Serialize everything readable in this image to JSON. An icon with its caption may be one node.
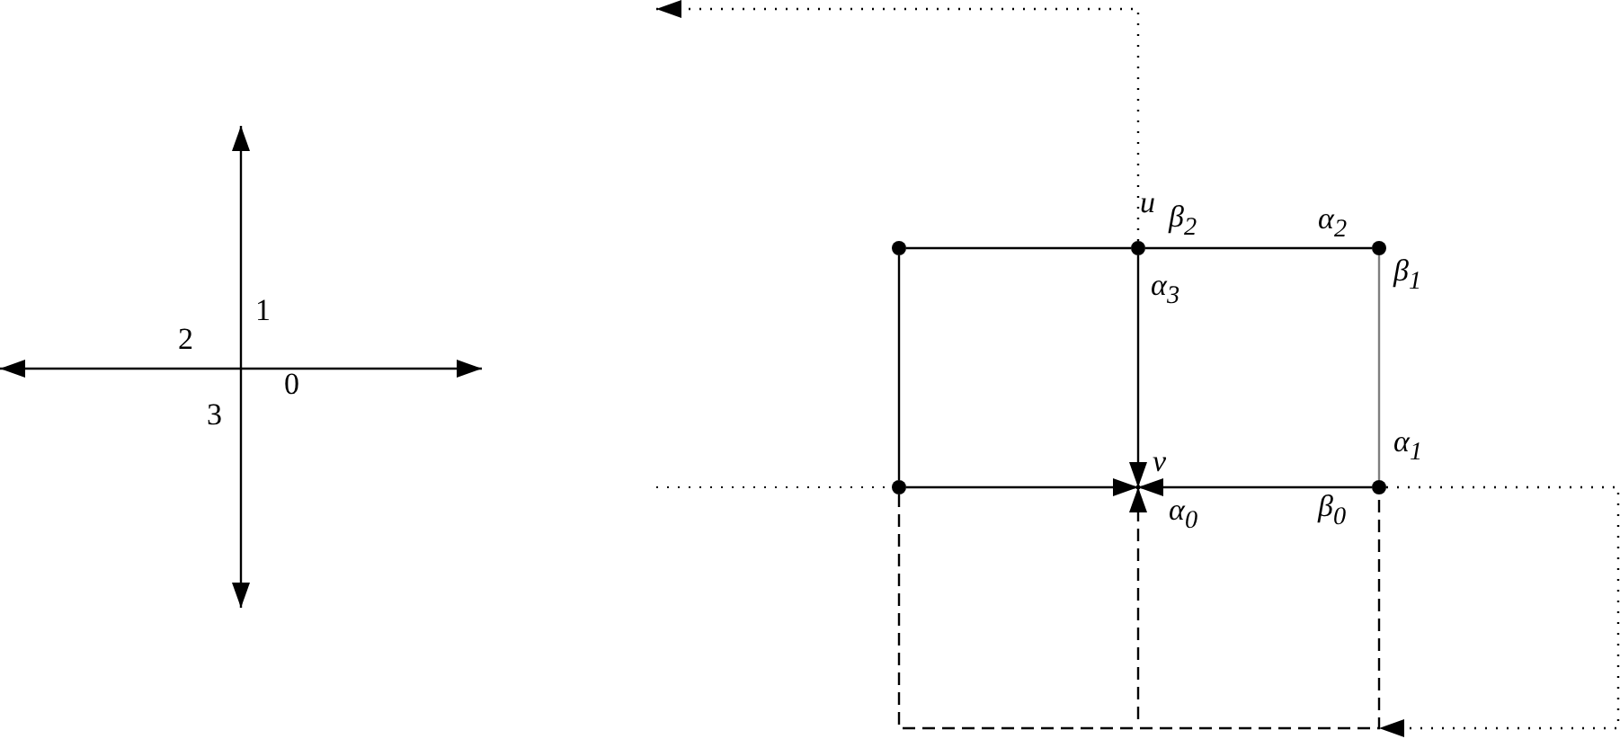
{
  "diagram": {
    "nodes": [
      {
        "text": [],
        "shape": "circle"
      },
      {
        "text": [],
        "shape": "circle",
        "beside": [
          "u"
        ]
      },
      {
        "text": [],
        "shape": "circle"
      },
      {
        "text": [],
        "shape": "circle"
      },
      {
        "text": [],
        "shape": "point",
        "beside": [
          "v"
        ]
      },
      {
        "text": [],
        "shape": "circle"
      }
    ],
    "edges": [
      {
        "from": 0,
        "to": 1,
        "arrow": "none"
      },
      {
        "from": 1,
        "to": 2,
        "arrow": "none"
      },
      {
        "from": 0,
        "to": 3,
        "arrow": "none"
      },
      {
        "from": 2,
        "to": 5,
        "arrow": "none",
        "color": "#7f7f7f"
      },
      {
        "from": 1,
        "to": 4,
        "arrow": "to"
      },
      {
        "from": 3,
        "to": 4,
        "arrow": "to"
      },
      {
        "from": 5,
        "to": 4,
        "arrow": "to"
      },
      {
        "from": null,
        "to": 4,
        "arrow": "to",
        "style": "dashed"
      },
      {
        "from": 3,
        "to": 5,
        "arrow": "none",
        "style": "dashed"
      },
      {
        "from": 1,
        "to": null,
        "arrow": "to",
        "style": "dashed"
      },
      {
        "from": 5,
        "to": null,
        "arrow": "to",
        "style": "dashed"
      }
    ],
    "labels": [
      "β$_{2}$",
      "α$_{2}$",
      "β$_{1}$",
      "α$_{3}$",
      "1",
      "2",
      "0",
      "3",
      "α$_{1}$",
      "α$_{0}$",
      "β$_{0}$"
    ]
  }
}
